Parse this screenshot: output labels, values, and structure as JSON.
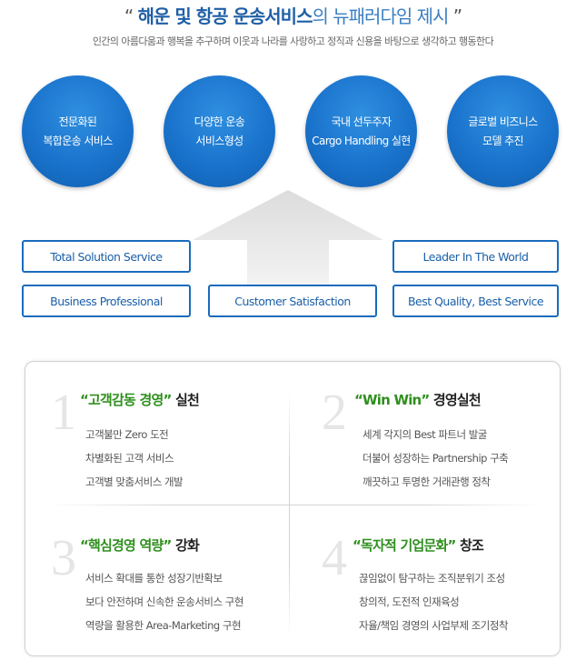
{
  "header": {
    "open_quote": "“",
    "title_main": "해운 및 항공 운송서비스",
    "title_rest": "의 뉴패러다임 제시",
    "close_quote": "”",
    "subtitle": "인간의 아름다움과 행복을 추구하며 이웃과 나라를 사랑하고 정직과 신용을 바탕으로 생각하고 행동한다"
  },
  "circles": [
    {
      "line1": "전문화된",
      "line2": "복합운송 서비스"
    },
    {
      "line1": "다양한 운송",
      "line2": "서비스형성"
    },
    {
      "line1": "국내 선두주자",
      "line2": "Cargo Handling 실현"
    },
    {
      "line1": "글로벌 비즈니스",
      "line2": "모델 추진"
    }
  ],
  "pills": {
    "total_solution": "Total Solution Service",
    "leader": "Leader In The World",
    "business_professional": "Business Professional",
    "customer_satisfaction": "Customer Satisfaction",
    "best_quality": "Best Quality, Best Service"
  },
  "quadrants": [
    {
      "number": "1",
      "title_green": "“고객감동 경영”",
      "title_dark": " 실천",
      "items": [
        "고객불만 Zero 도전",
        "차별화된 고객 서비스",
        "고객별 맞춤서비스 개발"
      ]
    },
    {
      "number": "2",
      "title_green": "“Win Win”",
      "title_dark": " 경영실천",
      "items": [
        "세계 각지의 Best 파트너 발굴",
        "더불어 성장하는 Partnership 구축",
        "깨끗하고 투명한 거래관행 정착"
      ]
    },
    {
      "number": "3",
      "title_green": "“핵심경영 역량”",
      "title_dark": " 강화",
      "items": [
        "서비스 확대를 통한 성장기반확보",
        "보다 안전하며 신속한 운송서비스 구현",
        "역량을 활용한 Area-Marketing 구현"
      ]
    },
    {
      "number": "4",
      "title_green": "“독자적 기업문화”",
      "title_dark": " 창조",
      "items": [
        "끊임없이 탐구하는 조직분위기 조성",
        "창의적, 도전적 인재육성",
        "자율/책임 경영의 사업부제 조기정착"
      ]
    }
  ],
  "colors": {
    "brand_blue": "#1a73cc",
    "accent_green": "#2f8f1e"
  }
}
